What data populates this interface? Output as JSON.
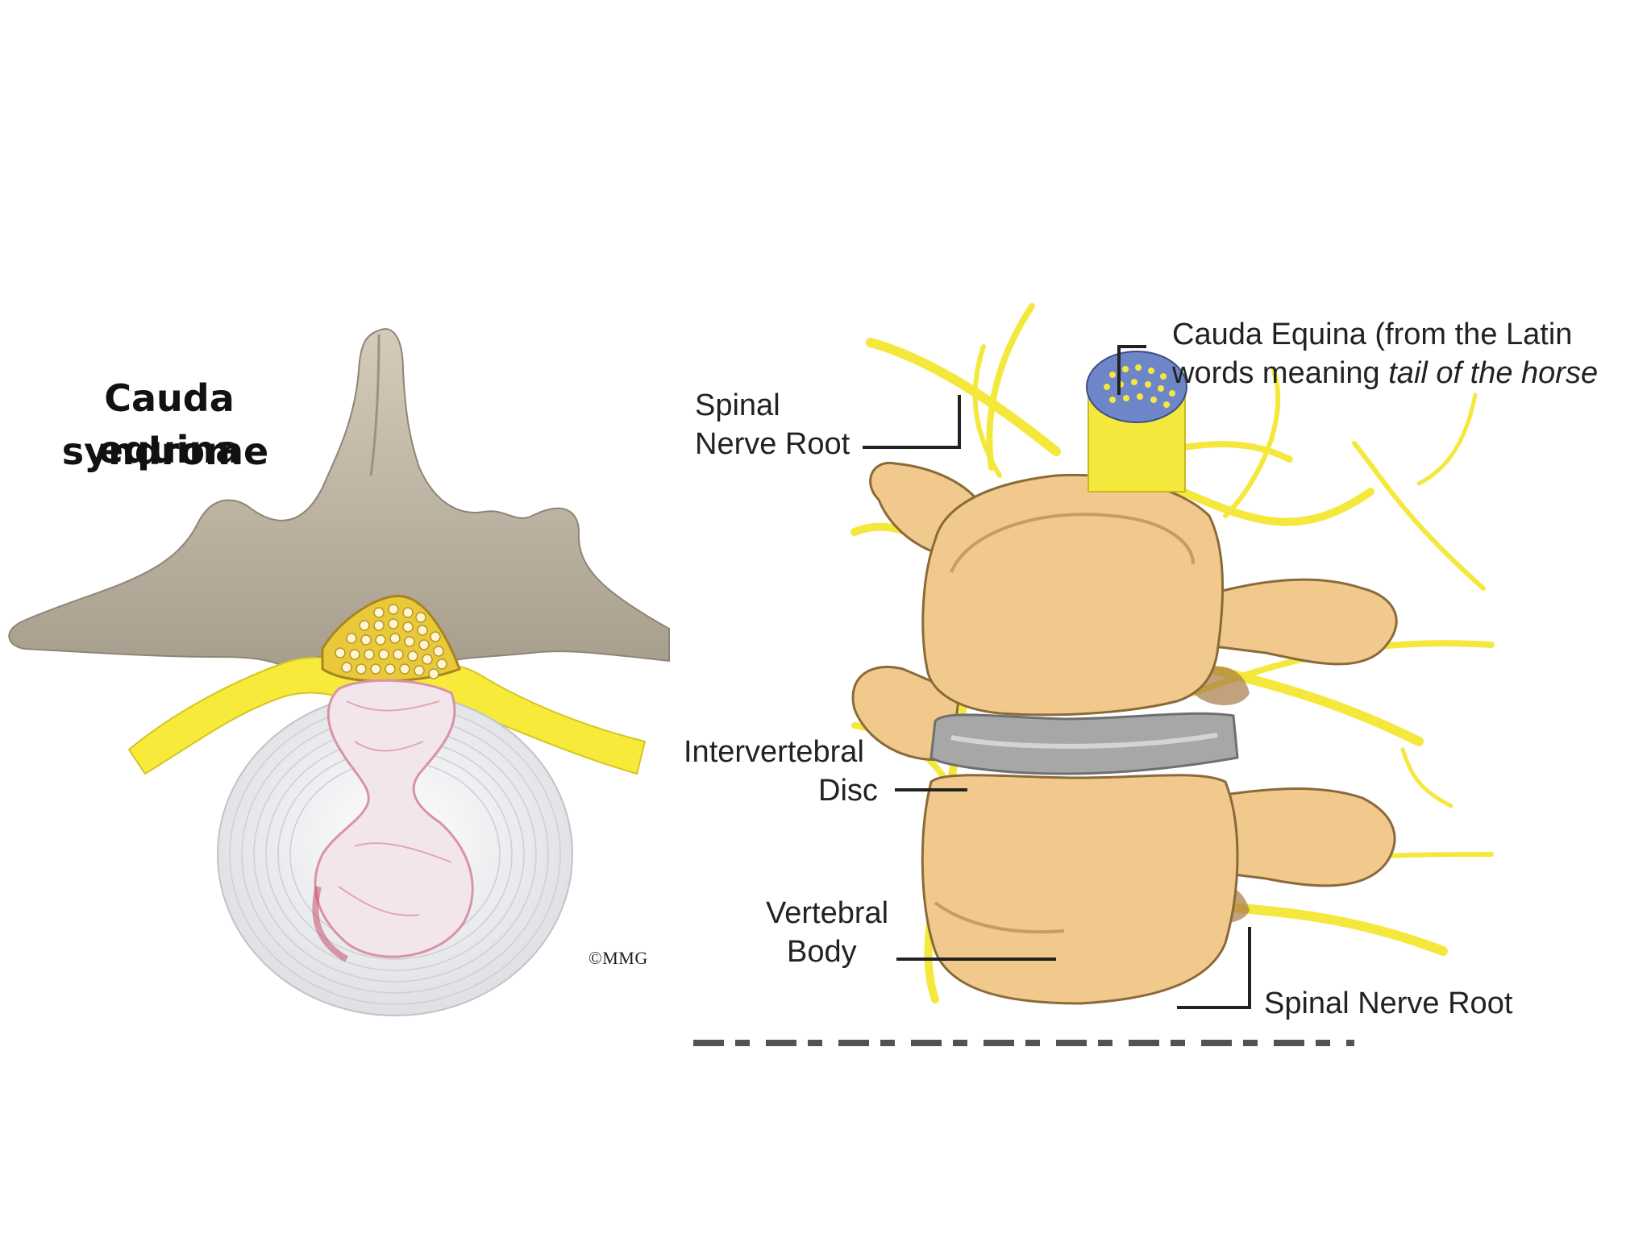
{
  "left_figure": {
    "title_line_1": "Cauda equina",
    "title_line_2": "syndrome",
    "copyright": "©MMG"
  },
  "right_figure": {
    "labels": {
      "spinal_nerve_root_top_line_1": "Spinal",
      "spinal_nerve_root_top_line_2": "Nerve Root",
      "cauda_equina_line_1": "Cauda Equina (from the Latin",
      "cauda_equina_line_2_plain": "words meaning ",
      "cauda_equina_line_2_italic": "tail of the horse",
      "intervertebral_disc_line_1": "Intervertebral",
      "intervertebral_disc_line_2": "Disc",
      "vertebral_body_line_1": "Vertebral",
      "vertebral_body_line_2": "Body",
      "spinal_nerve_root_bottom": "Spinal Nerve Root"
    }
  },
  "colors": {
    "bone_grey": "#c9bfae",
    "nerve_yellow": "#f7ea3a",
    "vertebra_tan": "#f1c98d",
    "disc_white": "#eeeeee",
    "disc_grey": "#a7a7a7",
    "herniation_pink": "#e6a7b6",
    "cord_blue": "#6e86c8"
  }
}
